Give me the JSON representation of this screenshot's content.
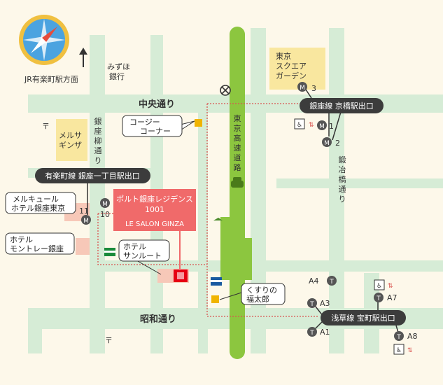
{
  "compass": {
    "icon": "compass-icon"
  },
  "direction": {
    "label": "JR有楽町駅方面"
  },
  "roads": {
    "chuo": "中央通り",
    "showa": "昭和通り",
    "ginza_yanagi": [
      "銀",
      "座",
      "柳",
      "通",
      "り"
    ],
    "highway": [
      "東",
      "京",
      "高",
      "速",
      "道",
      "路"
    ],
    "kajibashi": [
      "鍛",
      "冶",
      "橋",
      "通",
      "り"
    ]
  },
  "buildings": {
    "mizuho": [
      "みずほ",
      "銀行"
    ],
    "tokyo_square": [
      "東京",
      "スクエア",
      "ガーデン"
    ],
    "melsa": [
      "メルサ",
      "ギンザ"
    ]
  },
  "callouts": {
    "cozy": [
      "コージー",
      "コーナー"
    ],
    "mercure": [
      "メルキュール",
      "ホテル銀座東京"
    ],
    "monterey": [
      "ホテル",
      "モントレー銀座"
    ],
    "sunroute": [
      "ホテル",
      "サンルート"
    ],
    "fukutaro": [
      "くすりの",
      "福太郎"
    ]
  },
  "station_bubbles": {
    "kyobashi": "銀座線 京橋駅出口",
    "ginza1": "有楽町線 銀座一丁目駅出口",
    "takaracho": "浅草線 宝町駅出口"
  },
  "target": {
    "line1": "ポルト銀座レジデンス",
    "line2": "1001",
    "line3": "LE SALON GINZA"
  },
  "exits": {
    "m3": "3",
    "m1": "1",
    "m2": "2",
    "m11": "11",
    "m10": "10",
    "a4": "A4",
    "a3": "A3",
    "a1": "A1",
    "a7": "A7",
    "a8": "A8"
  },
  "colors": {
    "road": "#d6ecd6",
    "highway": "#8cc63f",
    "building": "#f9e79f",
    "target": "#f06a6a",
    "bubble": "#3c3c3c",
    "route": "#d9534f"
  }
}
